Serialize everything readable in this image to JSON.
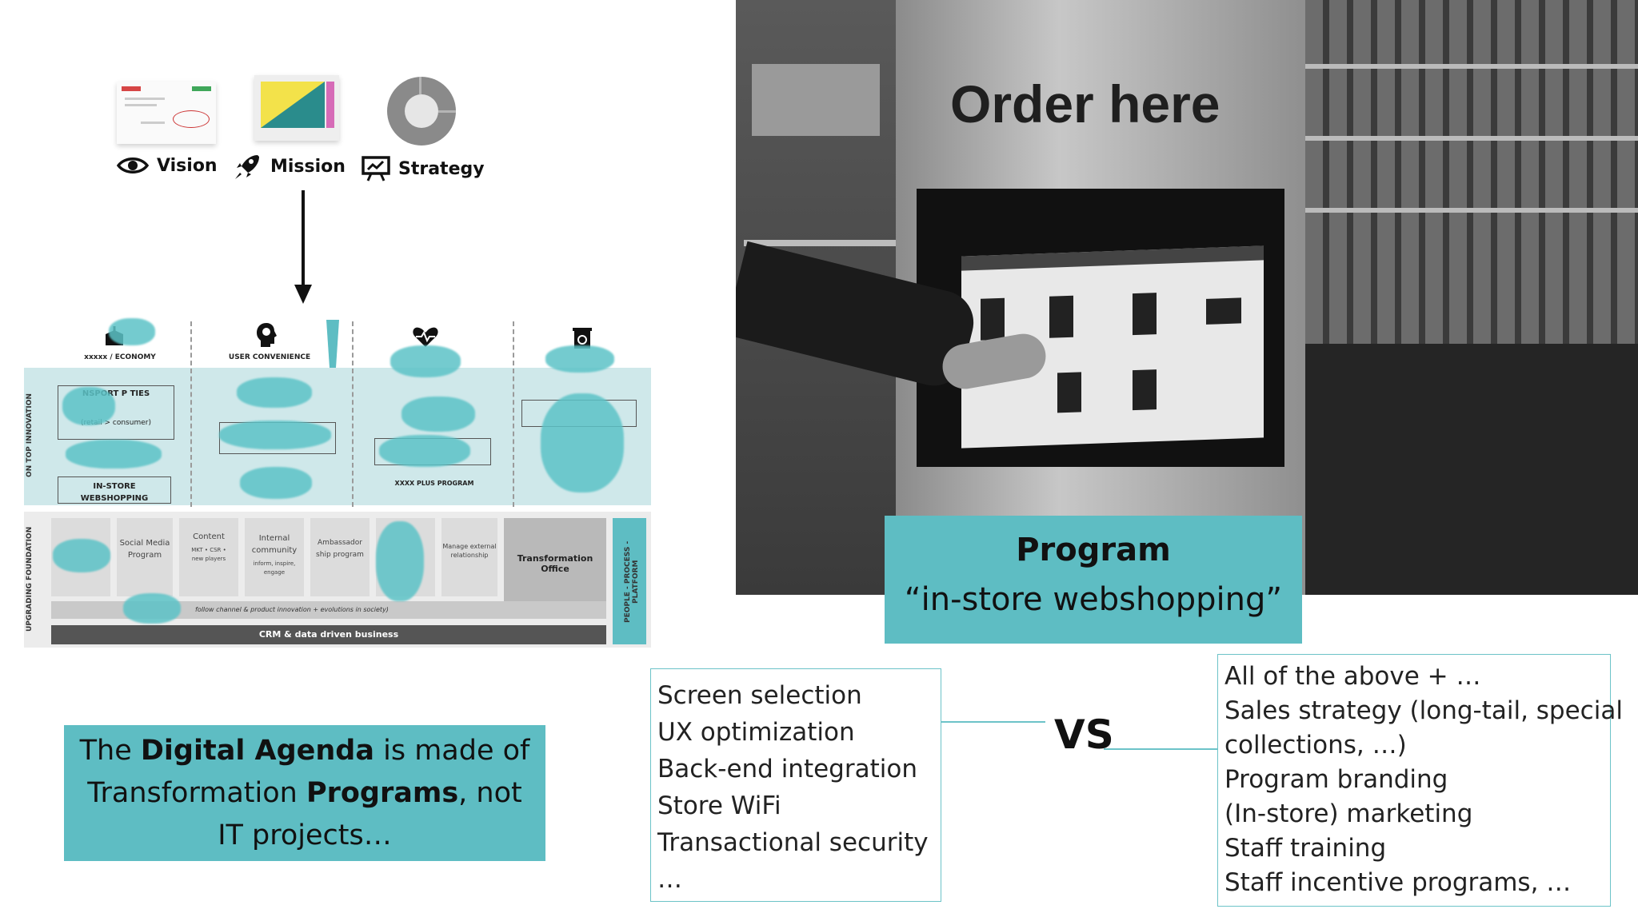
{
  "icons_row": {
    "vision_label": "Vision",
    "mission_label": "Mission",
    "strategy_label": "Strategy"
  },
  "framework": {
    "column_headers": [
      "xxxxx / ECONOMY",
      "USER CONVENIENCE",
      "",
      ""
    ],
    "side_labels": {
      "top": "ON TOP INNOVATION",
      "bottom": "UPGRADING FOUNDATION"
    },
    "top_boxes": {
      "transport": "NSPORT P    TIES",
      "transport_sub": "(retail > consumer)",
      "in_store": "IN-STORE WEBSHOPPING",
      "plus_program": "XXXX PLUS PROGRAM"
    },
    "bottom_cards": [
      {
        "title": "Social Media Program",
        "sub": ""
      },
      {
        "title": "Content",
        "sub": "MKT • CSR • new players"
      },
      {
        "title": "Internal community",
        "sub": "inform, inspire, engage"
      },
      {
        "title": "Ambassador ship program",
        "sub": ""
      },
      {
        "title": "Manage external relationship",
        "sub": ""
      }
    ],
    "transformation_office": "Transformation Office",
    "people_platform": "PEOPLE - PROCESS - PLATFORM",
    "follow_bar": "follow channel & product innovation + evolutions in society)",
    "crm_bar": "CRM & data driven business"
  },
  "photo": {
    "sign_text": "Order here"
  },
  "program_box": {
    "title": "Program",
    "subtitle": "“in-store webshopping”"
  },
  "agenda_box": {
    "part1": "The ",
    "bold1": "Digital Agenda",
    "part2": " is made of Transformation ",
    "bold2": "Programs",
    "part3": ", not IT projects…"
  },
  "vs_label": "VS",
  "left_list": [
    "Screen selection",
    "UX optimization",
    "Back-end integration",
    "Store WiFi",
    "Transactional security",
    "…"
  ],
  "right_list": [
    "All of the above + …",
    "Sales strategy (long-tail, special",
    "collections, …)",
    "Program branding",
    "(In-store) marketing",
    "Staff training",
    "Staff incentive programs, …"
  ],
  "colors": {
    "teal": "#5ebdc3",
    "list_border": "#6cc3c8"
  }
}
